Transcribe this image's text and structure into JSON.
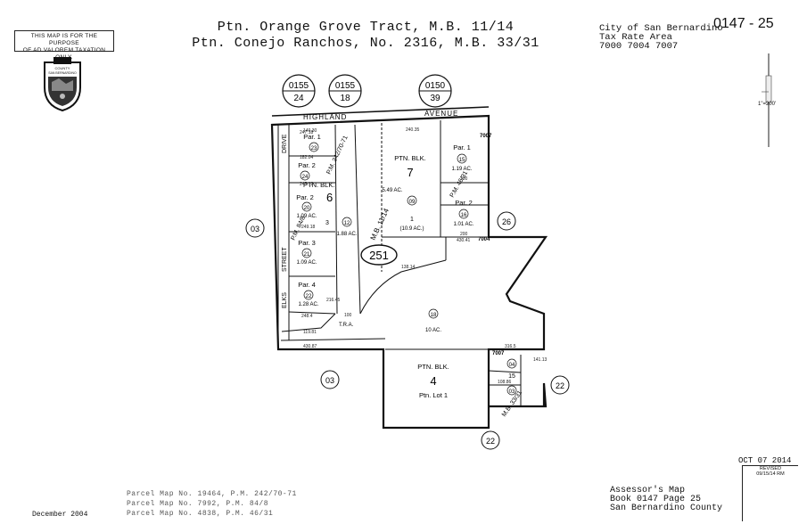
{
  "notice": {
    "line1": "THIS MAP IS FOR THE PURPOSE",
    "line2": "OF AD VALOREM TAXATION ONLY."
  },
  "title": {
    "line1": "Ptn. Orange Grove Tract, M.B. 11/14",
    "line2": "Ptn. Conejo Ranchos, No. 2316, M.B. 33/31"
  },
  "tax_area": {
    "city": "City of San Bernardino",
    "map_code": "0147 - 25",
    "label": "Tax Rate Area",
    "codes": "7000 7004 7007"
  },
  "scale": "1\"=200'",
  "seal": {
    "top": "COUNTY",
    "name": "SAN BERNARDINO"
  },
  "map": {
    "book_page_bubbles": [
      {
        "top": "0155",
        "bottom": "24"
      },
      {
        "top": "0155",
        "bottom": "18"
      },
      {
        "top": "0150",
        "bottom": "39"
      }
    ],
    "street_highland": "HIGHLAND",
    "street_avenue": "AVENUE",
    "street_drive": "DRIVE",
    "street_street": "STREET",
    "street_elks": "ELKS",
    "page_number": "251",
    "adjacent_pages": [
      "03",
      "03",
      "26",
      "22",
      "22"
    ],
    "block7": {
      "label": "PTN. BLK.",
      "number": "7",
      "acres": "5.49 AC.",
      "parcel": "09",
      "lot": "1",
      "lot_acres": "(10.9 AC.)"
    },
    "block6": {
      "label": "PTN. BLK.",
      "number": "6",
      "lot3": "3"
    },
    "block4": {
      "label": "PTN. BLK.",
      "number": "4",
      "lot": "Ptn. Lot 1"
    },
    "parcels_left": [
      {
        "par": "Par. 1",
        "num": "23"
      },
      {
        "par": "Par. 2",
        "num": "24"
      },
      {
        "par": "Par. 2",
        "num": "20",
        "ac": "1.09 AC."
      },
      {
        "par": "Par. 3",
        "num": "21",
        "ac": "1.09 AC."
      },
      {
        "par": "Par. 4",
        "num": "22",
        "ac": "1.28 AC."
      }
    ],
    "parcels_right": [
      {
        "par": "Par. 1",
        "num": "15",
        "ac": "1.19 AC."
      },
      {
        "par": "Par. 2",
        "num": "16",
        "ac": "1.01 AC."
      }
    ],
    "parcel_12": "12",
    "parcel_12_ac": "1.88 AC.",
    "parcel_18": "18",
    "parcel_18_ac": "10 AC.",
    "parcel_04": "04",
    "parcel_15": "15",
    "parcel_03": "03",
    "mb_11_14": "M.B. 11/14",
    "pm_2": "P.M. 84/8",
    "pm_3": "P.M. 46/31",
    "pm_4": "P.M. 242/70-71",
    "mb_33_31": "M.B. 33/31",
    "tra_7007a": "7007",
    "tra_7004": "7004",
    "tra_7007b": "7007",
    "tra_label": "T.R.A.",
    "dims": [
      "240.35",
      "200",
      "430.41",
      "200",
      "119.81",
      "430.87",
      "138.14",
      "141.13",
      "108.86",
      "316.5",
      "247.18",
      "182.04",
      "245.12",
      "249.18",
      "248.4",
      "216.45",
      "140.30",
      "100"
    ]
  },
  "parcel_maps": [
    "Parcel Map No. 19464, P.M. 242/70-71",
    "Parcel Map No. 7992, P.M. 84/8",
    "Parcel Map No. 4838, P.M. 46/31"
  ],
  "date_footer": "December 2004",
  "stamp_date": "OCT 07 2014",
  "revised": {
    "label": "REVISED",
    "date": "09/15/14 RM"
  },
  "assessor": {
    "line1": "Assessor's Map",
    "line2": "Book 0147 Page 25",
    "line3": "San Bernardino County"
  }
}
